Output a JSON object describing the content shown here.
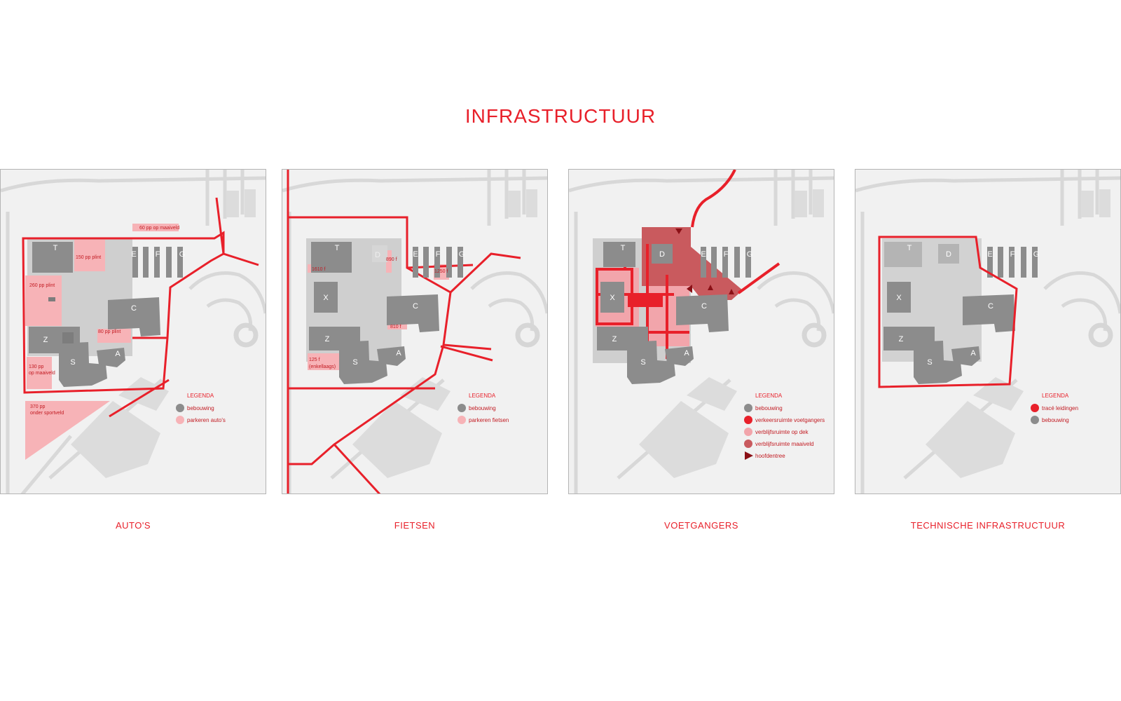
{
  "title": "INFRASTRUCTUUR",
  "colors": {
    "accent": "#e8202a",
    "building": "#8c8c8c",
    "parking": "#f7b3b7",
    "deck": "#f2a5ab",
    "ground": "#c95a5e",
    "entrance": "#8b1016"
  },
  "panels": [
    {
      "caption": "AUTO'S",
      "buildings": {
        "T": "T",
        "E": "E",
        "F": "F",
        "G": "G",
        "C": "C",
        "Z": "Z",
        "S": "S",
        "A": "A"
      },
      "labels": {
        "p60": "60 pp op maaiveld",
        "p150": "150 pp plint",
        "p260": "260 pp plint",
        "p80": "80 pp plint",
        "p130a": "130 pp",
        "p130b": "op maaiveld",
        "p370a": "370 pp",
        "p370b": "onder sportveld"
      },
      "legend": {
        "heading": "LEGENDA",
        "items": [
          "bebouwing",
          "parkeren auto's"
        ]
      }
    },
    {
      "caption": "FIETSEN",
      "buildings": {
        "T": "T",
        "D": "D",
        "E": "E",
        "F": "F",
        "G": "G",
        "X": "X",
        "C": "C",
        "Z": "Z",
        "S": "S",
        "A": "A"
      },
      "labels": {
        "f1610": "1610 f",
        "f890": "890 f",
        "f1250": "1250 f",
        "f810": "810 f",
        "f125a": "125 f",
        "f125b": "(enkellaags)"
      },
      "legend": {
        "heading": "LEGENDA",
        "items": [
          "bebouwing",
          "parkeren fietsen"
        ]
      }
    },
    {
      "caption": "VOETGANGERS",
      "buildings": {
        "T": "T",
        "D": "D",
        "E": "E",
        "F": "F",
        "G": "G",
        "X": "X",
        "C": "C",
        "Z": "Z",
        "S": "S",
        "A": "A"
      },
      "legend": {
        "heading": "LEGENDA",
        "items": [
          "bebouwing",
          "verkeersruimte voetgangers",
          "verblijfsruimte op dek",
          "verblijfsruimte maaiveld",
          "hoofdentree"
        ]
      }
    },
    {
      "caption": "TECHNISCHE INFRASTRUCTUUR",
      "buildings": {
        "T": "T",
        "D": "D",
        "E": "E",
        "F": "F",
        "G": "G",
        "X": "X",
        "C": "C",
        "Z": "Z",
        "S": "S",
        "A": "A"
      },
      "legend": {
        "heading": "LEGENDA",
        "items": [
          "tracé leidingen",
          "bebouwing"
        ]
      }
    }
  ]
}
